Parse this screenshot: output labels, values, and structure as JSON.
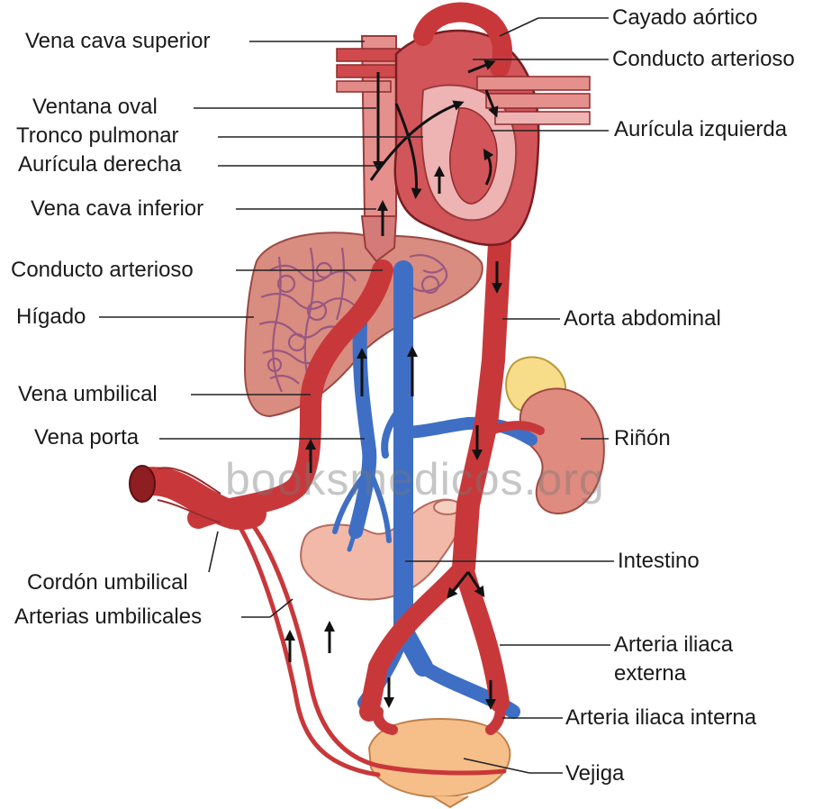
{
  "labels": {
    "vena_cava_superior": "Vena cava superior",
    "ventana_oval": "Ventana oval",
    "tronco_pulmonar": "Tronco pulmonar",
    "auricula_derecha": "Aurícula derecha",
    "vena_cava_inferior": "Vena cava inferior",
    "conducto_arterioso_left": "Conducto arterioso",
    "higado": "Hígado",
    "vena_umbilical": "Vena umbilical",
    "vena_porta": "Vena porta",
    "cordon_umbilical": "Cordón umbilical",
    "arterias_umbilicales": "Arterias umbilicales",
    "cayado_aortico": "Cayado aórtico",
    "conducto_arterioso_right": "Conducto arterioso",
    "auricula_izquierda": "Aurícula izquierda",
    "aorta_abdominal": "Aorta abdominal",
    "rinon": "Riñón",
    "intestino": "Intestino",
    "arteria_iliaca_externa_1": "Arteria iliaca",
    "arteria_iliaca_externa_2": "externa",
    "arteria_iliaca_interna": "Arteria iliaca interna",
    "vejiga": "Vejiga"
  },
  "watermark": "booksmedicos.org",
  "colors": {
    "artery": "#c8383a",
    "artery_dark": "#8e1e22",
    "vein": "#3f6fc4",
    "liver": "#d98c80",
    "heart": "#d2555a",
    "heart_light": "#eeb3b3",
    "intestine": "#f2b8a8",
    "bladder": "#f6be88",
    "kidney": "#e08b80",
    "adrenal": "#f7dc8a",
    "leader": "#222222"
  }
}
